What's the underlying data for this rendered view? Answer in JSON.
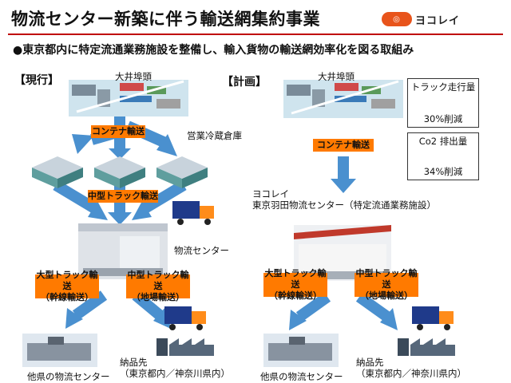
{
  "header": {
    "title": "物流センター新築に伴う輸送網集約事業",
    "logo_text": "ヨコレイ"
  },
  "subtitle": "●東京都内に特定流通業務施設を整備し、輸入貨物の輸送網効率化を図る取組み",
  "current": {
    "heading": "【現行】",
    "port_label": "大井埠頭",
    "container_label": "コンテナ輸送",
    "cold_storage_label": "営業冷蔵倉庫",
    "medium_truck_label": "中型トラック輸送",
    "center_label": "物流センター",
    "large_truck_label": "大型トラック輸送\n（幹線輸送）",
    "local_truck_label": "中型トラック輸送\n（地場輸送）",
    "other_center_label": "他県の物流センター",
    "delivery_label": "納品先\n（東京都内／神奈川県内）"
  },
  "plan": {
    "heading": "【計画】",
    "port_label": "大井埠頭",
    "container_label": "コンテナ輸送",
    "facility_label": "ヨコレイ\n東京羽田物流センター（特定流通業務施設）",
    "large_truck_label": "大型トラック輸送\n（幹線輸送）",
    "local_truck_label": "中型トラック輸送\n（地場輸送）",
    "other_center_label": "他県の物流センター",
    "delivery_label": "納品先\n（東京都内／神奈川県内）"
  },
  "metrics": [
    {
      "label": "トラック走行量",
      "value": "30%削減"
    },
    {
      "label": "Co2 排出量",
      "value": "34%削減"
    }
  ],
  "colors": {
    "accent_red": "#c00000",
    "arrow_blue": "#4a90cf",
    "label_orange": "#ff7a00"
  }
}
